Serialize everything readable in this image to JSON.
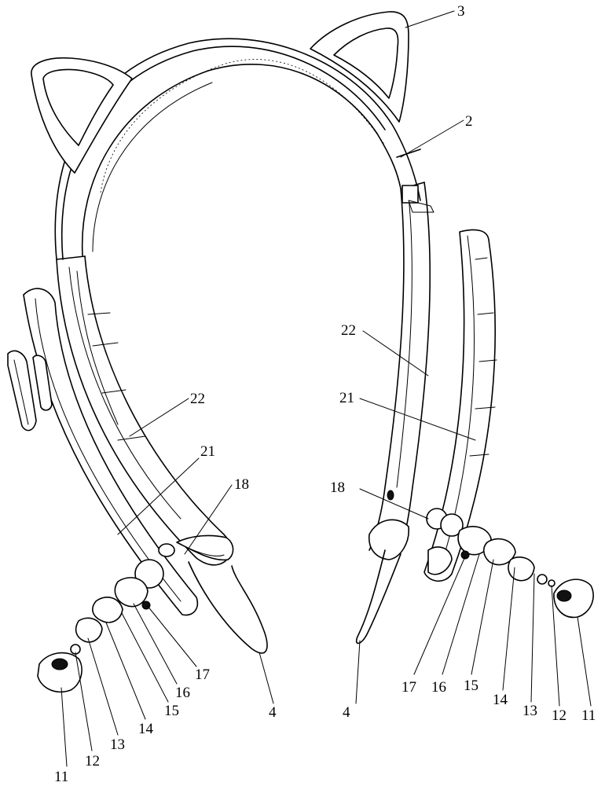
{
  "labels": {
    "l3": "3",
    "l2": "2",
    "l22_right": "22",
    "l21_right": "21",
    "l18_right": "18",
    "l22_left": "22",
    "l21_left": "21",
    "l18_left": "18",
    "l4_left": "4",
    "l4_right": "4",
    "l17_left": "17",
    "l16_left": "16",
    "l15_left": "15",
    "l14_left": "14",
    "l13_left": "13",
    "l12_left": "12",
    "l11_left": "11",
    "l17_right": "17",
    "l16_right": "16",
    "l15_right": "15",
    "l14_right": "14",
    "l13_right": "13",
    "l12_right": "12",
    "l11_right": "11"
  }
}
